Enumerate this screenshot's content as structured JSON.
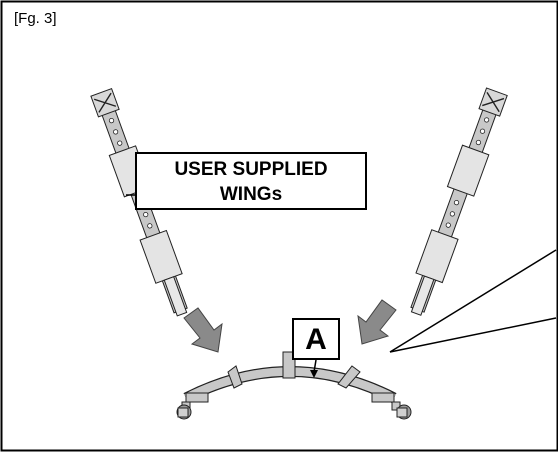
{
  "figure": {
    "label": "[Fg. 3]",
    "callout_wings_line1": "USER SUPPLIED",
    "callout_wings_line2": "WINGs",
    "callout_part": "A"
  },
  "colors": {
    "frame": "#000000",
    "metal_fill": "#c8c8c8",
    "pad_fill": "#e4e4e4",
    "arrow_fill": "#8a8a8a",
    "outline": "#222222"
  }
}
